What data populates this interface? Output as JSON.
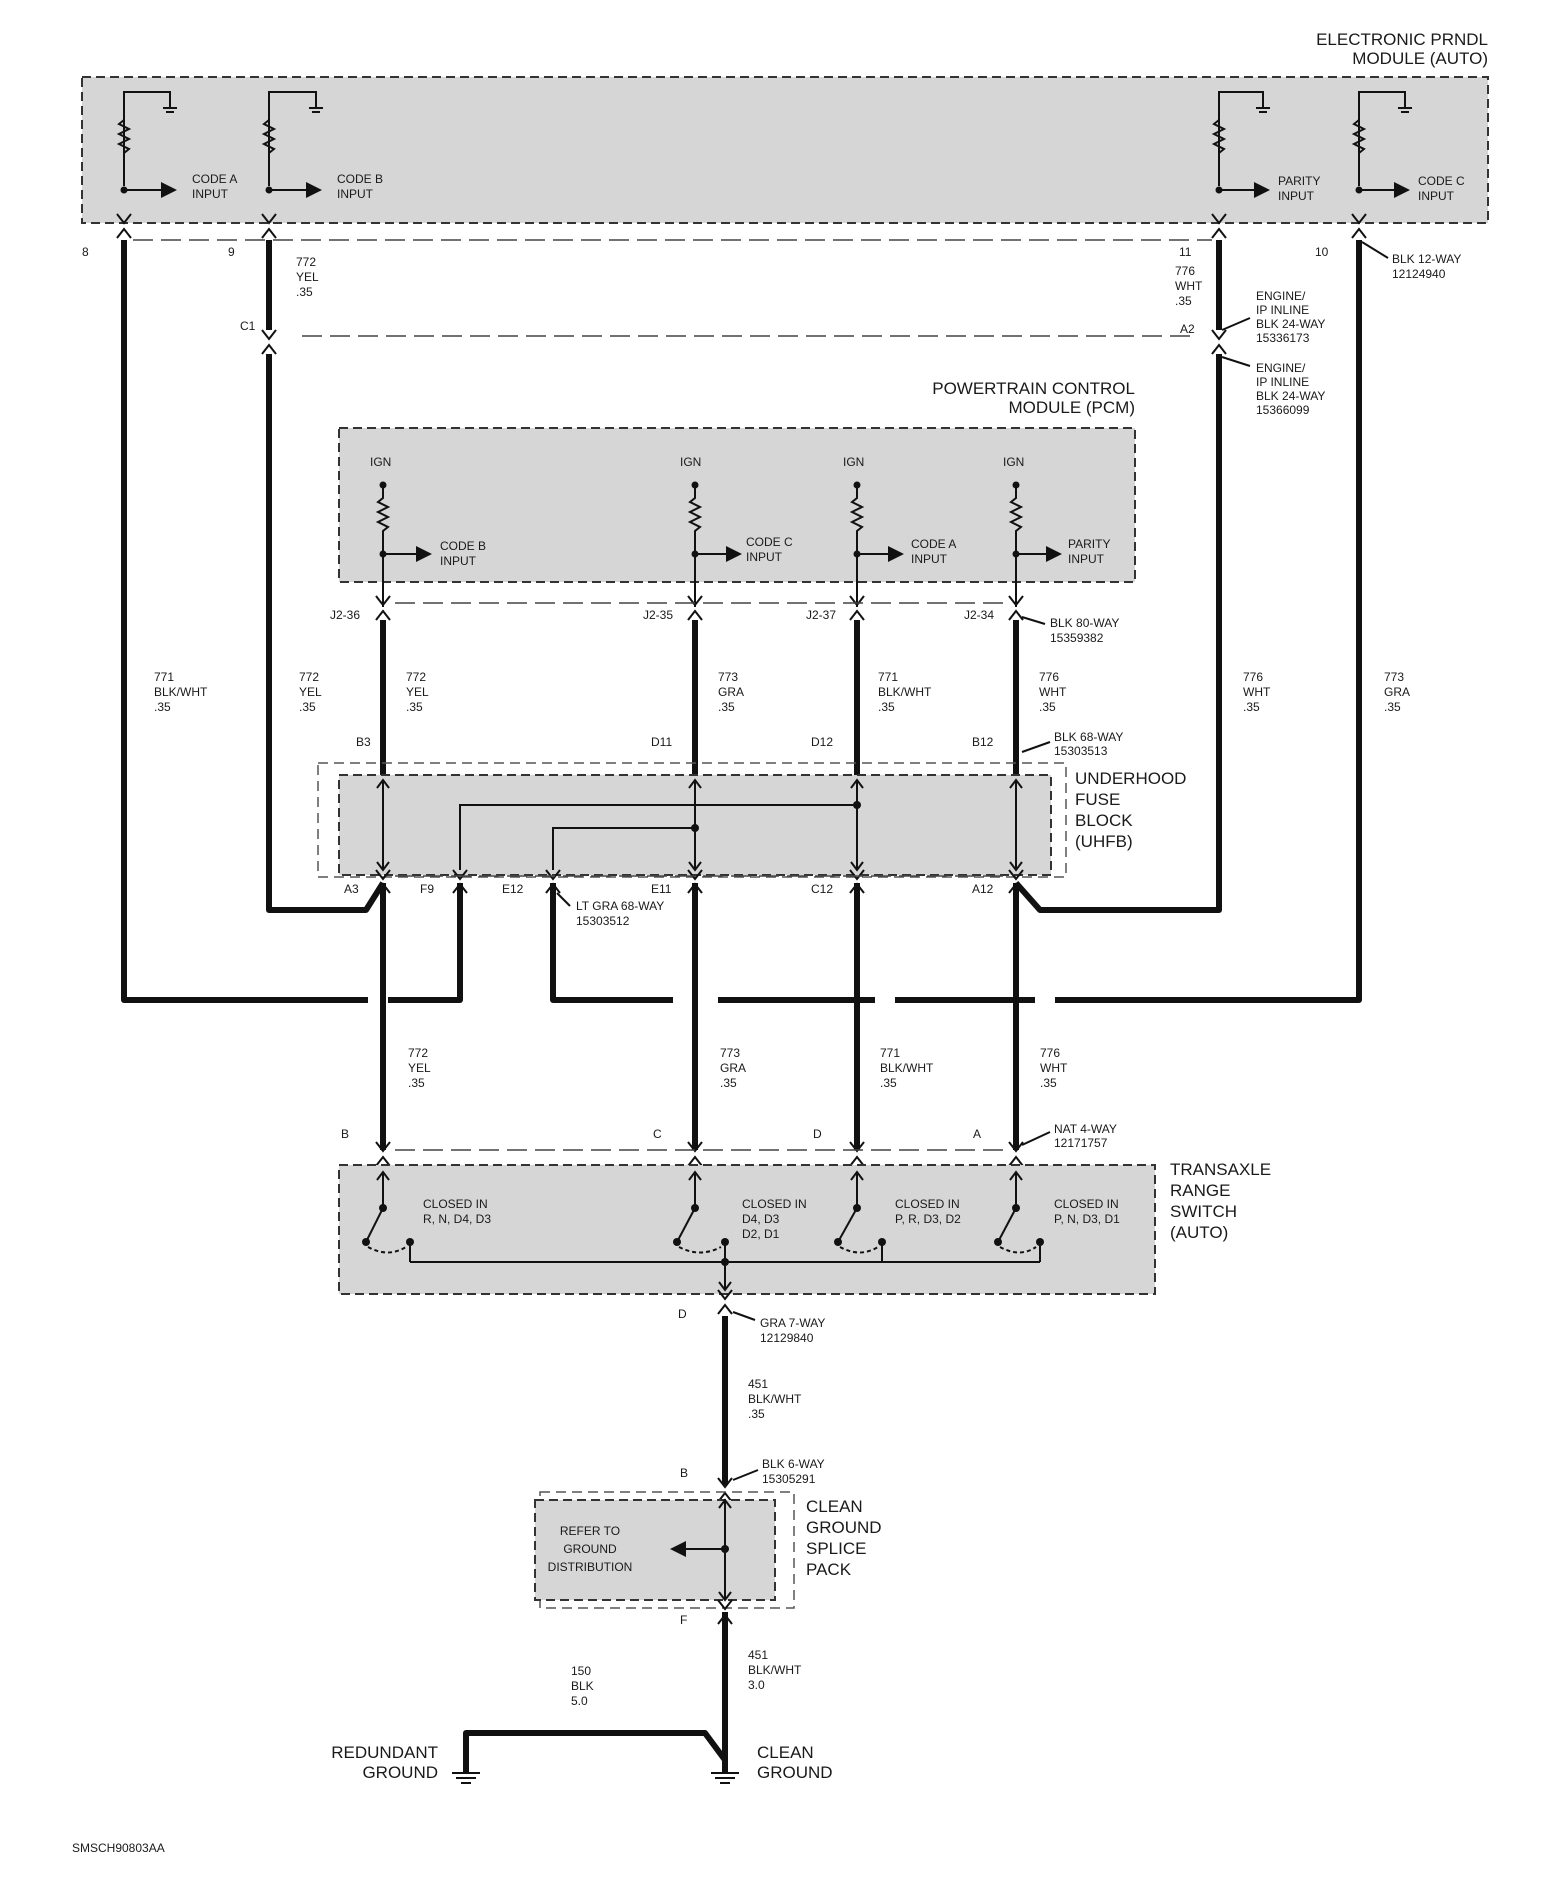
{
  "modules": {
    "prndl": {
      "name1": "ELECTRONIC PRNDL",
      "name2": "MODULE (AUTO)"
    },
    "pcm": {
      "name1": "POWERTRAIN CONTROL",
      "name2": "MODULE (PCM)"
    },
    "uhfb": {
      "l1": "UNDERHOOD",
      "l2": "FUSE",
      "l3": "BLOCK",
      "l4": "(UHFB)"
    },
    "trs": {
      "l1": "TRANSAXLE",
      "l2": "RANGE",
      "l3": "SWITCH",
      "l4": "(AUTO)"
    },
    "cgsp": {
      "l1": "CLEAN",
      "l2": "GROUND",
      "l3": "SPLICE",
      "l4": "PACK"
    }
  },
  "prndl_inputs": {
    "a": {
      "l1": "CODE A",
      "l2": "INPUT"
    },
    "b": {
      "l1": "CODE B",
      "l2": "INPUT"
    },
    "p": {
      "l1": "PARITY",
      "l2": "INPUT"
    },
    "c": {
      "l1": "CODE C",
      "l2": "INPUT"
    }
  },
  "pcm_inputs": {
    "ign": "IGN",
    "b": {
      "l1": "CODE B",
      "l2": "INPUT"
    },
    "c": {
      "l1": "CODE C",
      "l2": "INPUT"
    },
    "a": {
      "l1": "CODE A",
      "l2": "INPUT"
    },
    "p": {
      "l1": "PARITY",
      "l2": "INPUT"
    }
  },
  "pins": {
    "p8": "8",
    "p9": "9",
    "p11": "11",
    "p10": "10",
    "c1": "C1",
    "a2": "A2",
    "j236": "J2-36",
    "j235": "J2-35",
    "j237": "J2-37",
    "j234": "J2-34",
    "b3": "B3",
    "d11": "D11",
    "d12": "D12",
    "b12": "B12",
    "a3": "A3",
    "f9": "F9",
    "e12": "E12",
    "e11": "E11",
    "c12": "C12",
    "a12": "A12",
    "sb": "B",
    "sc": "C",
    "sd": "D",
    "sa": "A",
    "gd": "D",
    "gb": "B",
    "gf": "F"
  },
  "connectors": {
    "blk12": {
      "l1": "BLK 12-WAY",
      "l2": "12124940"
    },
    "inline1": {
      "l1": "ENGINE/",
      "l2": "IP INLINE",
      "l3": "BLK 24-WAY",
      "l4": "15336173"
    },
    "inline2": {
      "l1": "ENGINE/",
      "l2": "IP INLINE",
      "l3": "BLK 24-WAY",
      "l4": "15366099"
    },
    "blk80": {
      "l1": "BLK 80-WAY",
      "l2": "15359382"
    },
    "blk68": {
      "l1": "BLK 68-WAY",
      "l2": "15303513"
    },
    "ltgra68": {
      "l1": "LT GRA 68-WAY",
      "l2": "15303512"
    },
    "nat4": {
      "l1": "NAT 4-WAY",
      "l2": "12171757"
    },
    "gra7": {
      "l1": "GRA 7-WAY",
      "l2": "12129840"
    },
    "blk6": {
      "l1": "BLK 6-WAY",
      "l2": "15305291"
    }
  },
  "wires": {
    "w772": {
      "num": "772",
      "color": "YEL",
      "gauge": ".35"
    },
    "w776": {
      "num": "776",
      "color": "WHT",
      "gauge": ".35"
    },
    "w771": {
      "num": "771",
      "color": "BLK/WHT",
      "gauge": ".35"
    },
    "w773": {
      "num": "773",
      "color": "GRA",
      "gauge": ".35"
    },
    "w451a": {
      "num": "451",
      "color": "BLK/WHT",
      "gauge": ".35"
    },
    "w451b": {
      "num": "451",
      "color": "BLK/WHT",
      "gauge": "3.0"
    },
    "w150": {
      "num": "150",
      "color": "BLK",
      "gauge": "5.0"
    }
  },
  "switch_states": {
    "s1": {
      "l1": "CLOSED IN",
      "l2": "R, N, D4, D3"
    },
    "s2": {
      "l1": "CLOSED IN",
      "l2": "D4, D3",
      "l3": "D2, D1"
    },
    "s3": {
      "l1": "CLOSED IN",
      "l2": "P, R, D3, D2"
    },
    "s4": {
      "l1": "CLOSED IN",
      "l2": "P, N, D3, D1"
    }
  },
  "splice_note": {
    "l1": "REFER TO",
    "l2": "GROUND",
    "l3": "DISTRIBUTION"
  },
  "grounds": {
    "redundant": {
      "l1": "REDUNDANT",
      "l2": "GROUND"
    },
    "clean": {
      "l1": "CLEAN",
      "l2": "GROUND"
    }
  },
  "doc_id": "SMSCH90803AA"
}
